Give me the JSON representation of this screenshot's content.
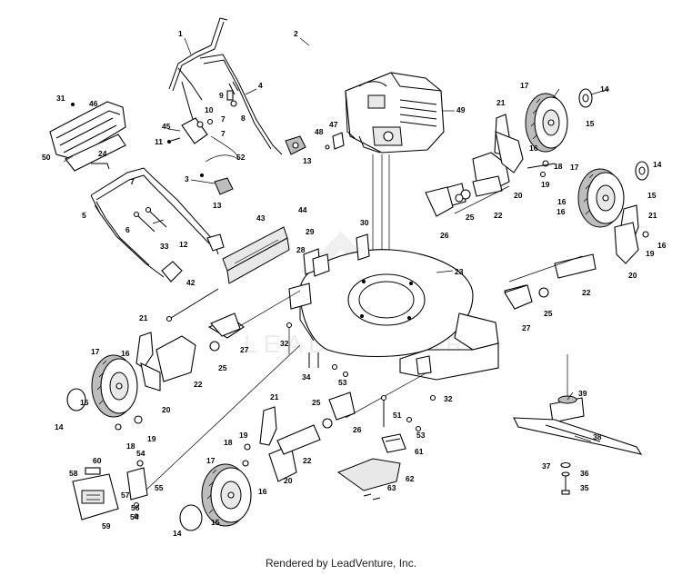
{
  "credit": "Rendered by LeadVenture, Inc.",
  "watermark": "LEADVENTURE",
  "callouts": {
    "c1": "1",
    "c2": "2",
    "c3": "3",
    "c4": "4",
    "c5": "5",
    "c6": "6",
    "c7": "7",
    "c7b": "7",
    "c7c": "7",
    "c8": "8",
    "c9": "9",
    "c10": "10",
    "c11": "11",
    "c12": "12",
    "c13": "13",
    "c13b": "13",
    "c14": "14",
    "c14b": "14",
    "c14c": "14",
    "c15": "15",
    "c15b": "15",
    "c15c": "15",
    "c15d": "15",
    "c16": "16",
    "c16b": "16",
    "c16c": "16",
    "c16d": "16",
    "c16e": "16",
    "c16f": "16",
    "c17": "17",
    "c17b": "17",
    "c17c": "17",
    "c17d": "17",
    "c18": "18",
    "c18b": "18",
    "c18c": "18",
    "c19": "19",
    "c19b": "19",
    "c19c": "19",
    "c19d": "19",
    "c20": "20",
    "c20b": "20",
    "c20c": "20",
    "c20d": "20",
    "c21": "21",
    "c21b": "21",
    "c21c": "21",
    "c21d": "21",
    "c22": "22",
    "c22b": "22",
    "c22c": "22",
    "c22d": "22",
    "c23": "23",
    "c24": "24",
    "c25": "25",
    "c25b": "25",
    "c25c": "25",
    "c25d": "25",
    "c26": "26",
    "c26b": "26",
    "c27": "27",
    "c27b": "27",
    "c28": "28",
    "c29": "29",
    "c30": "30",
    "c31": "31",
    "c32": "32",
    "c32b": "32",
    "c33": "33",
    "c34": "34",
    "c35": "35",
    "c36": "36",
    "c37": "37",
    "c38": "38",
    "c39": "39",
    "c42": "42",
    "c43": "43",
    "c44": "44",
    "c45": "45",
    "c46": "46",
    "c47": "47",
    "c48": "48",
    "c49": "49",
    "c50": "50",
    "c51": "51",
    "c52": "52",
    "c53": "53",
    "c53b": "53",
    "c54": "54",
    "c54b": "54",
    "c55": "55",
    "c56": "56",
    "c57": "57",
    "c58": "58",
    "c59": "59",
    "c60": "60",
    "c61": "61",
    "c62": "62",
    "c63": "63"
  }
}
